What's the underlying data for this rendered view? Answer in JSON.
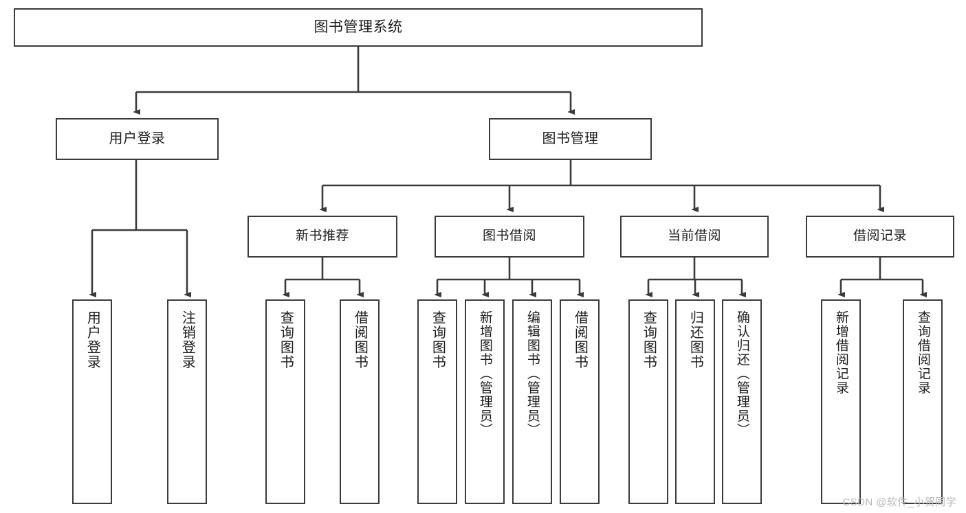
{
  "diagram": {
    "type": "tree",
    "title": "图书管理系统",
    "watermark": "CSDN @软件_小贺同学",
    "colors": {
      "background": "#ffffff",
      "stroke": "#3b3b3b",
      "text": "#1d1d1d",
      "watermark": "#b9b9b9"
    },
    "root": {
      "label": "图书管理系统"
    },
    "level2": [
      {
        "label": "用户登录"
      },
      {
        "label": "图书管理"
      }
    ],
    "level3": [
      {
        "label": "新书推荐"
      },
      {
        "label": "图书借阅"
      },
      {
        "label": "当前借阅"
      },
      {
        "label": "借阅记录"
      }
    ],
    "leaves": {
      "user_login": [
        {
          "label": "用户登录"
        },
        {
          "label": "注销登录"
        }
      ],
      "new_book_recommend": [
        {
          "label": "查询图书"
        },
        {
          "label": "借阅图书"
        }
      ],
      "book_borrow": [
        {
          "label": "查询图书"
        },
        {
          "label": "新增图书（管理员）"
        },
        {
          "label": "编辑图书（管理员）"
        },
        {
          "label": "借阅图书"
        }
      ],
      "current_borrow": [
        {
          "label": "查询图书"
        },
        {
          "label": "归还图书"
        },
        {
          "label": "确认归还（管理员）"
        }
      ],
      "borrow_record": [
        {
          "label": "新增借阅记录"
        },
        {
          "label": "查询借阅记录"
        }
      ]
    }
  }
}
